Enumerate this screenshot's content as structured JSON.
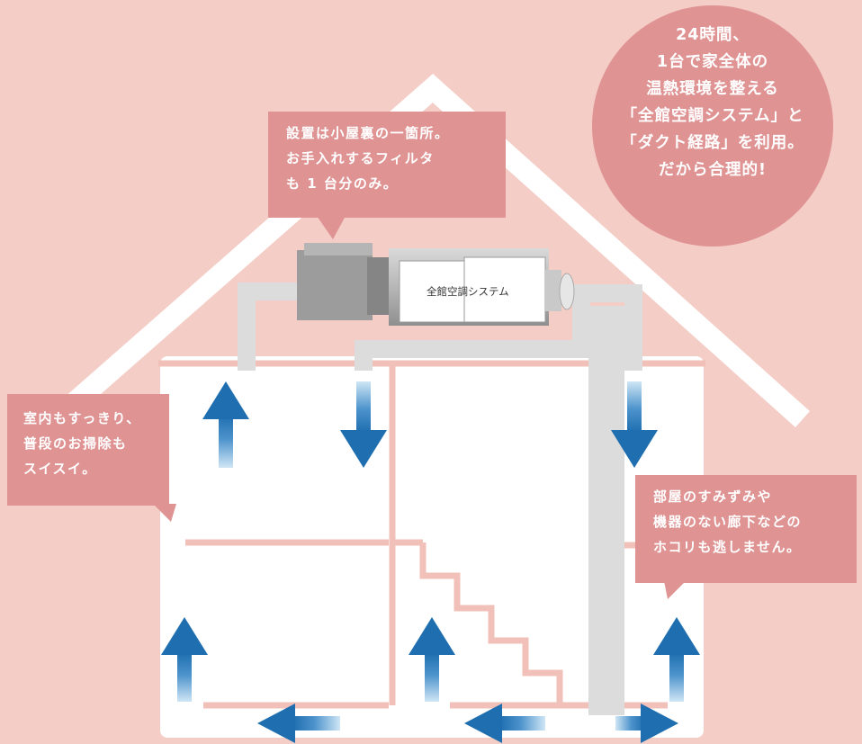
{
  "system_label": "全館空調システム",
  "circle_message": [
    "24時間、",
    "1台で家全体の",
    "温熱環境を整える",
    "「全館空調システム」と",
    "「ダクト経路」を利用。",
    "だから合理的!"
  ],
  "callout_installation": [
    "設置は小屋裏の一箇所。",
    "お手入れするフィルタ",
    "も 1 台分のみ。"
  ],
  "callout_cleaning": [
    "室内もすっきり、",
    "普段のお掃除も",
    "スイスイ。"
  ],
  "callout_corners": [
    "部屋のすみずみや",
    "機器のない廊下などの",
    "ホコリも逃しません。"
  ],
  "colors": {
    "background": "#f4cdc6",
    "callout": "#df9393",
    "house": "#ffffff",
    "duct": "#dcdcdc",
    "floor_lines": "#f1c0b8",
    "arrow_blue": "#2f7fbd"
  }
}
